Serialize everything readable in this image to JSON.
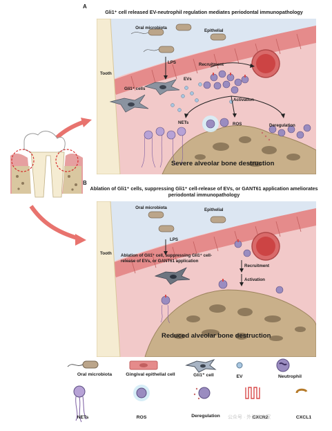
{
  "panel_a": {
    "letter": "A",
    "title": "Gli1⁺ cell released EV-neutrophil regulation mediates periodontal immunopathology",
    "labels": {
      "oral_microbiota": "Oral microbiota",
      "epithelial": "Epithelial",
      "tooth": "Tooth",
      "lps": "LPS",
      "gli1_cells": "Gli1⁺ cells",
      "evs": "EVs",
      "recruitment": "Recruitment",
      "activation": "Activation",
      "nets": "NETs",
      "ros": "ROS",
      "deregulation": "Deregulation",
      "outcome": "Severe alveolar bone destruction"
    }
  },
  "panel_b": {
    "letter": "B",
    "title": "Ablation of Gli1⁺ cells, suppressing Gli1⁺ cell-release of EVs, or GANT61 application ameliorates periodontal immunopathology",
    "labels": {
      "oral_microbiota": "Oral microbiota",
      "epithelial": "Epithelial",
      "tooth": "Tooth",
      "lps": "LPS",
      "intervention": "Ablation of Gli1⁺ cell, suppressing Gli1⁺ cell-release of EVs, or GANT61 application",
      "recruitment": "Recruitment",
      "activation": "Activation",
      "outcome": "Reduced alveolar bone destruction"
    }
  },
  "legend": {
    "items": [
      {
        "label": "Oral microbiota",
        "icon": "bacterium-icon"
      },
      {
        "label": "Gingival epithelial cell",
        "icon": "epithelial-cell-icon"
      },
      {
        "label": "Gli1⁺ cell",
        "icon": "gli1-cell-icon"
      },
      {
        "label": "EV",
        "icon": "ev-icon"
      },
      {
        "label": "Neutrophil",
        "icon": "neutrophil-icon"
      },
      {
        "label": "NETs",
        "icon": "nets-icon"
      },
      {
        "label": "ROS",
        "icon": "ros-icon"
      },
      {
        "label": "Deregulation",
        "icon": "deregulation-icon"
      },
      {
        "label": "CXCR2",
        "icon": "cxcr2-icon"
      },
      {
        "label": "CXCL1",
        "icon": "cxcl1-icon"
      }
    ]
  },
  "watermark": "公众号 · 外泌体之家",
  "colors": {
    "tissue": "#f2c9c9",
    "epithelium": "#e58b8b",
    "bone": "#c9b08a",
    "bone_hole": "#8f7a5c",
    "tooth": "#f5ecd2",
    "oral_cavity": "#dce6f2",
    "neutrophil": "#7a6a9e",
    "ev": "#a8c6e0",
    "cxcr2": "#d94a4a",
    "arrow_red": "#e8736e"
  }
}
